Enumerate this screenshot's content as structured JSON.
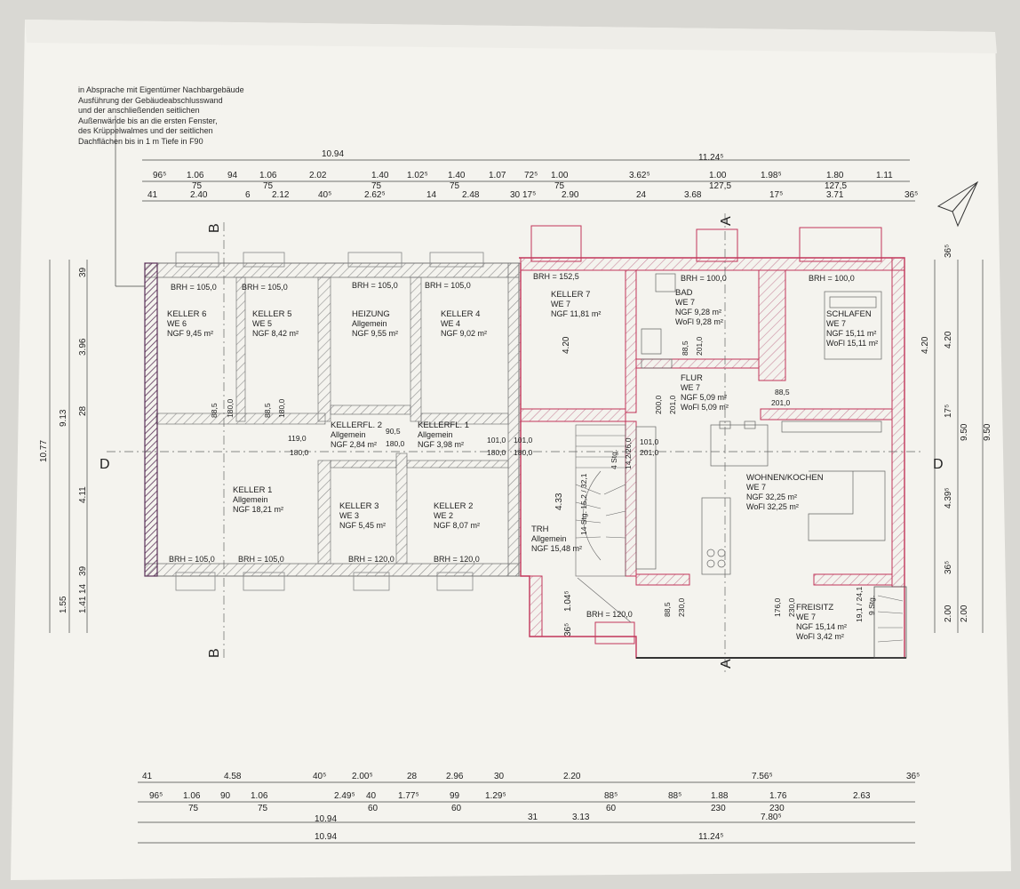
{
  "note_lines": [
    "in Absprache mit Eigentümer Nachbargebäude",
    "Ausführung der Gebäudeabschlusswand",
    "und der anschließenden seitlichen",
    "Außenwände bis an die ersten Fenster,",
    "des Krüppelwalmes und der seitlichen",
    "Dachflächen bis in 1 m Tiefe in F90"
  ],
  "section_labels": {
    "b": "B",
    "d": "D",
    "a": "A"
  },
  "rooms": [
    {
      "name": "KELLER 6",
      "line2": "WE 6",
      "line3": "NGF 9,45 m²"
    },
    {
      "name": "KELLER 5",
      "line2": "WE 5",
      "line3": "NGF 8,42 m²"
    },
    {
      "name": "HEIZUNG",
      "line2": "Allgemein",
      "line3": "NGF 9,55 m²"
    },
    {
      "name": "KELLER 4",
      "line2": "WE 4",
      "line3": "NGF 9,02 m²"
    },
    {
      "name": "KELLER 7",
      "line2": "WE 7",
      "line3": "NGF 11,81 m²"
    },
    {
      "name": "BAD",
      "line2": "WE 7",
      "line3": "NGF 9,28 m²",
      "line4": "WoFl 9,28 m²"
    },
    {
      "name": "SCHLAFEN",
      "line2": "WE 7",
      "line3": "NGF 15,11 m²",
      "line4": "WoFl 15,11 m²"
    },
    {
      "name": "FLUR",
      "line2": "WE 7",
      "line3": "NGF 5,09 m²",
      "line4": "WoFl 5,09 m²"
    },
    {
      "name": "KELLERFL. 2",
      "line2": "Allgemein",
      "line3": "NGF 2,84 m²"
    },
    {
      "name": "KELLERFL. 1",
      "line2": "Allgemein",
      "line3": "NGF 3,98 m²"
    },
    {
      "name": "KELLER 1",
      "line2": "Allgemein",
      "line3": "NGF 18,21 m²"
    },
    {
      "name": "KELLER 3",
      "line2": "WE 3",
      "line3": "NGF 5,45 m²"
    },
    {
      "name": "KELLER 2",
      "line2": "WE 2",
      "line3": "NGF 8,07 m²"
    },
    {
      "name": "TRH",
      "line2": "Allgemein",
      "line3": "NGF 15,48 m²"
    },
    {
      "name": "WOHNEN/KOCHEN",
      "line2": "WE 7",
      "line3": "NGF 32,25 m²",
      "line4": "WoFl 32,25 m²"
    },
    {
      "name": "FREISITZ",
      "line2": "WE 7",
      "line3": "NGF 15,14 m²",
      "line4": "WoFl 3,42 m²"
    }
  ],
  "brh_top": [
    "BRH = 105,0",
    "BRH = 105,0",
    "BRH = 105,0",
    "BRH = 105,0",
    "BRH = 152,5",
    "BRH = 100,0",
    "BRH = 100,0"
  ],
  "brh_bottom": [
    "BRH = 105,0",
    "BRH = 105,0",
    "BRH = 120,0",
    "BRH = 120,0",
    "BRH = 120,0"
  ],
  "top_dims": {
    "overall": [
      "10.94",
      "11.24⁵"
    ],
    "row1": [
      "96⁵",
      "1.06",
      "94",
      "1.06",
      "2.02",
      "1.40",
      "1.02⁵",
      "1.40",
      "1.07",
      "72⁵",
      "1.00",
      "3.62⁵",
      "1.00",
      "1.98⁵",
      "1.80",
      "1.11"
    ],
    "row1_sub": [
      "75",
      "75",
      "75",
      "75",
      "75",
      "127,5",
      "127,5"
    ],
    "row2": [
      "41",
      "2.40",
      "6",
      "2.12",
      "40⁵",
      "2.62⁵",
      "14",
      "2.48",
      "30",
      "17⁵",
      "2.90",
      "24",
      "3.68",
      "17⁵",
      "3.71",
      "36⁵"
    ]
  },
  "bottom_dims": {
    "row1": [
      "41",
      "4.58",
      "40⁵",
      "2.00⁵",
      "28",
      "2.96",
      "30",
      "2.20",
      "7.56⁵",
      "36⁵"
    ],
    "row2": [
      "96⁵",
      "1.06",
      "90",
      "1.06",
      "2.49⁵",
      "40",
      "1.77⁵",
      "99",
      "1.29⁵",
      "88⁵",
      "88⁵",
      "1.88",
      "1.76",
      "2.63"
    ],
    "row2_sub": [
      "75",
      "75",
      "60",
      "60",
      "60",
      "230",
      "230"
    ],
    "row3": [
      "10.94",
      "31",
      "3.13",
      "7.80⁵"
    ],
    "row4": [
      "10.94",
      "11.24⁵"
    ]
  },
  "left_dims": {
    "outer": "10.77",
    "mid": [
      "9.13",
      "1.55"
    ],
    "inner": [
      "39",
      "3.96",
      "28",
      "4.11",
      "39",
      "1.41",
      "14"
    ]
  },
  "right_dims": {
    "outer": "9.50",
    "mid": [
      "9.50",
      "2.00"
    ],
    "inner": [
      "36⁵",
      "4.20",
      "17⁵",
      "4.39⁵",
      "36⁵",
      "2.00"
    ]
  },
  "door_labels": [
    "88,5",
    "180,0",
    "88,5",
    "180,0",
    "119,0",
    "180,0",
    "90,5",
    "180,0",
    "101,0",
    "180,0",
    "101,0",
    "180,0",
    "101,0",
    "201,0",
    "88,5",
    "201,0",
    "200,0",
    "201,0",
    "88,5",
    "201,0",
    "88,5",
    "230,0",
    "176,0",
    "230,0"
  ],
  "stair_labels": [
    "4 Stg.",
    "14,2/26,0",
    "14 Stg. 15,2 / 32,1",
    "19,1 / 24,1",
    "9 Stg."
  ],
  "vertical_labels": [
    "4.20",
    "4.33",
    "1.04⁵",
    "36⁵",
    "4.20"
  ],
  "colors": {
    "paper": "#f4f3ee",
    "wall": "#8a8a8a",
    "red": "#c2365a",
    "fire_wall": "#7a4a78",
    "ink": "#222222"
  }
}
